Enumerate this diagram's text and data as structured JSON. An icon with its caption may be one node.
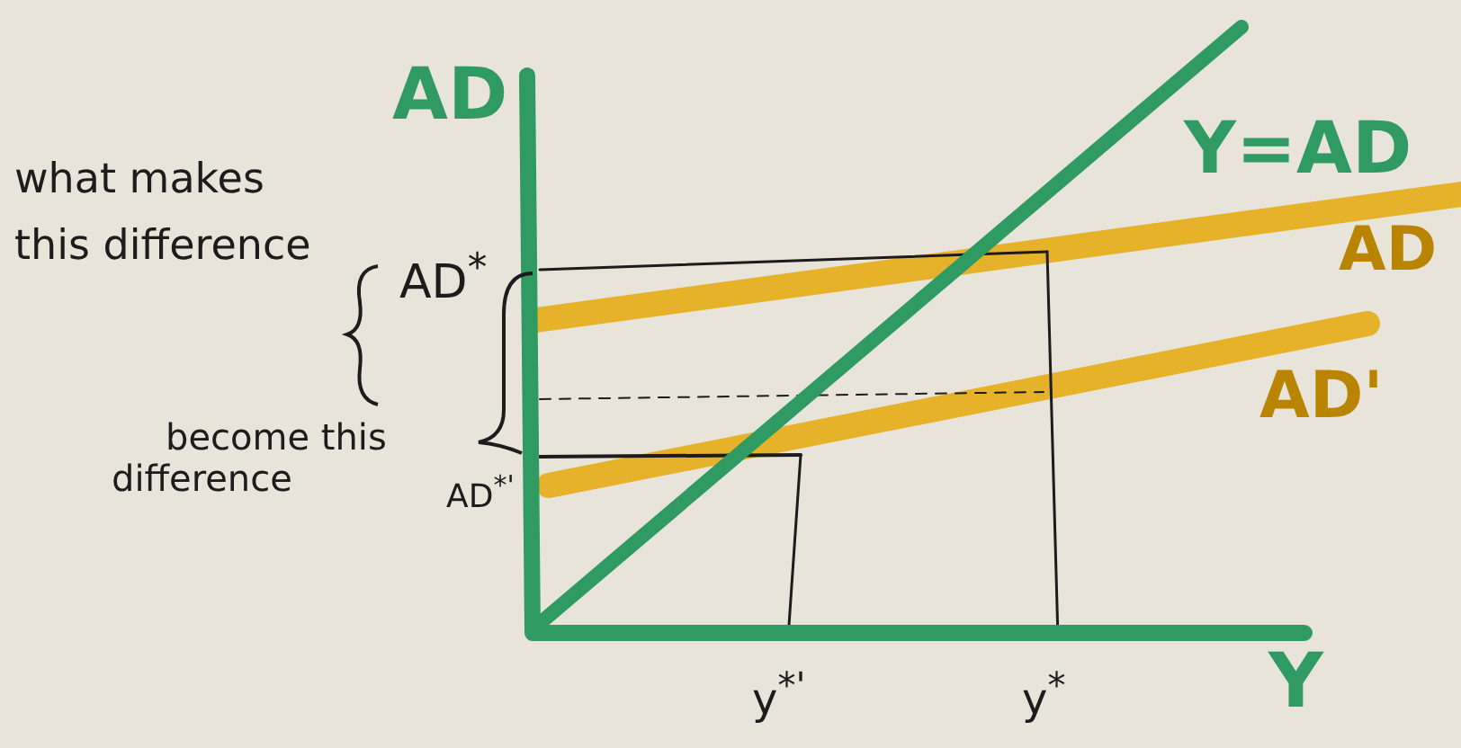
{
  "diagram": {
    "labels": [
      "AD",
      "what makes this difference",
      "Y=AD",
      "AD",
      "AD$^{*}$",
      "AD'",
      "become this difference",
      "AD$^{*'}$",
      "y$^{*'}$",
      "y$^{*}$",
      "Y"
    ]
  }
}
